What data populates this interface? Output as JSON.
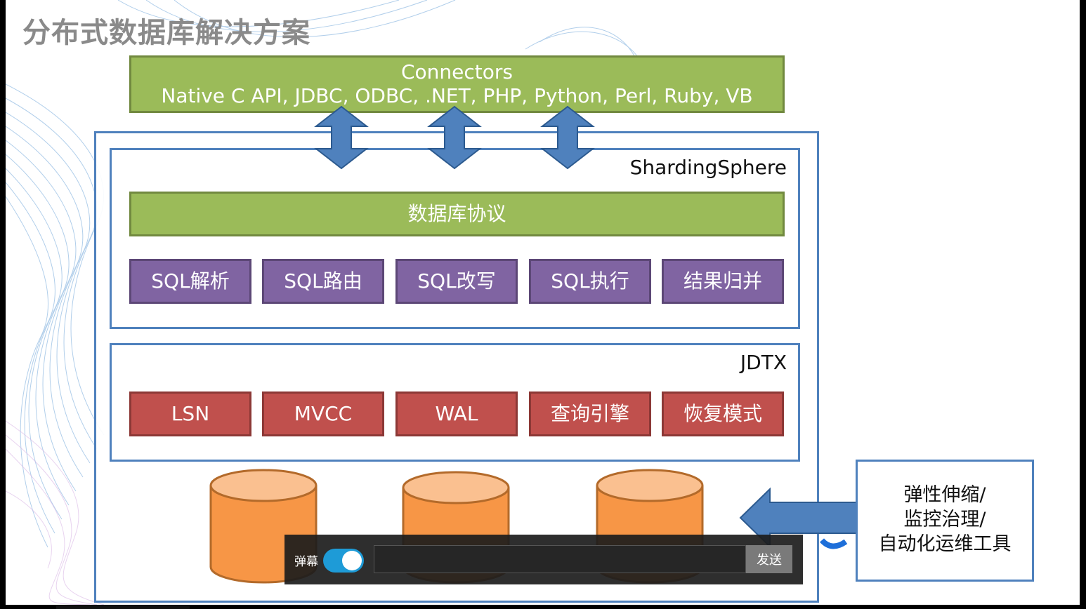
{
  "slide": {
    "title": "分布式数据库解决方案",
    "connectors": {
      "title": "Connectors",
      "list": "Native C API, JDBC, ODBC, .NET, PHP, Python, Perl, Ruby, VB"
    },
    "sharding_sphere": {
      "label": "ShardingSphere",
      "protocol": "数据库协议",
      "modules": [
        "SQL解析",
        "SQL路由",
        "SQL改写",
        "SQL执行",
        "结果归并"
      ]
    },
    "jdtx": {
      "label": "JDTX",
      "modules": [
        "LSN",
        "MVCC",
        "WAL",
        "查询引擎",
        "恢复模式"
      ]
    },
    "side_box": {
      "lines": [
        "弹性伸缩/",
        "监控治理/",
        "自动化运维工具"
      ]
    },
    "colors": {
      "green": "#9bbb59",
      "purple": "#8064a2",
      "red": "#c0504d",
      "blue": "#4f81bd",
      "orange": "#f79646"
    }
  },
  "danmaku": {
    "label": "弹幕",
    "toggle_on": true,
    "input_value": "",
    "send_label": "发送"
  }
}
